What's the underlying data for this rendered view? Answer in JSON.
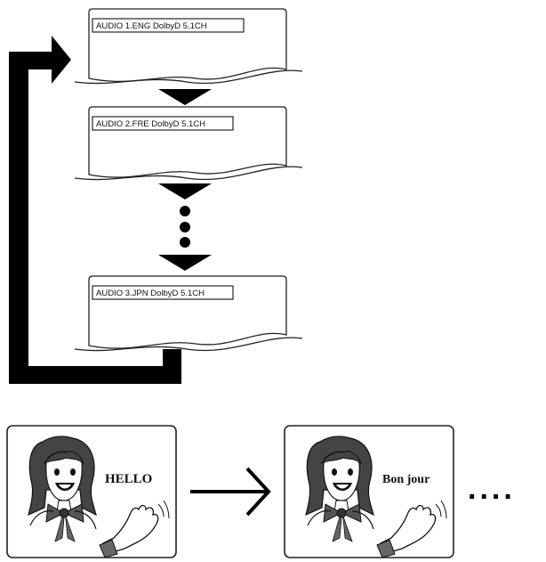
{
  "osd_screens": [
    {
      "label": "AUDIO 1.ENG DolbyD 5.1CH"
    },
    {
      "label": "AUDIO 2.FRE DolbyD 5.1CH"
    },
    {
      "label": "AUDIO 3.JPN DolbyD 5.1CH"
    }
  ],
  "language_examples": [
    {
      "speech": "HELLO"
    },
    {
      "speech": "Bon jour"
    }
  ],
  "continuation": "...."
}
